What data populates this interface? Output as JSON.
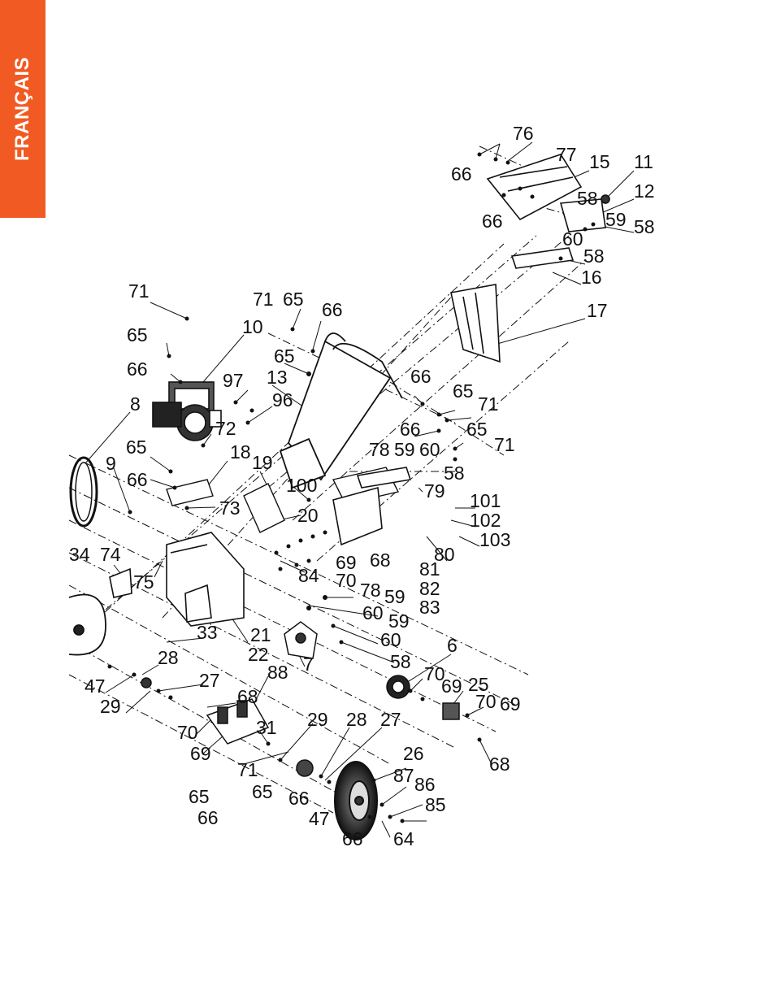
{
  "language_tab": "FRANÇAIS",
  "colors": {
    "accent": "#f15a22",
    "line": "#111111"
  },
  "part_labels": [
    "76",
    "77",
    "15",
    "11",
    "66",
    "58",
    "12",
    "59",
    "66",
    "60",
    "58",
    "58",
    "16",
    "17",
    "71",
    "65",
    "66",
    "71",
    "65",
    "10",
    "65",
    "66",
    "97",
    "13",
    "96",
    "8",
    "72",
    "18",
    "65",
    "9",
    "66",
    "19",
    "73",
    "100",
    "20",
    "66",
    "65",
    "71",
    "66",
    "65",
    "71",
    "78",
    "59",
    "60",
    "58",
    "79",
    "101",
    "102",
    "103",
    "80",
    "34",
    "74",
    "75",
    "84",
    "69",
    "70",
    "68",
    "81",
    "82",
    "83",
    "78",
    "59",
    "60",
    "59",
    "60",
    "58",
    "33",
    "21",
    "22",
    "7",
    "6",
    "28",
    "27",
    "70",
    "69",
    "25",
    "70",
    "69",
    "47",
    "29",
    "88",
    "68",
    "31",
    "70",
    "69",
    "29",
    "28",
    "27",
    "68",
    "26",
    "71",
    "65",
    "66",
    "87",
    "86",
    "85",
    "65",
    "66",
    "47",
    "66",
    "64"
  ]
}
